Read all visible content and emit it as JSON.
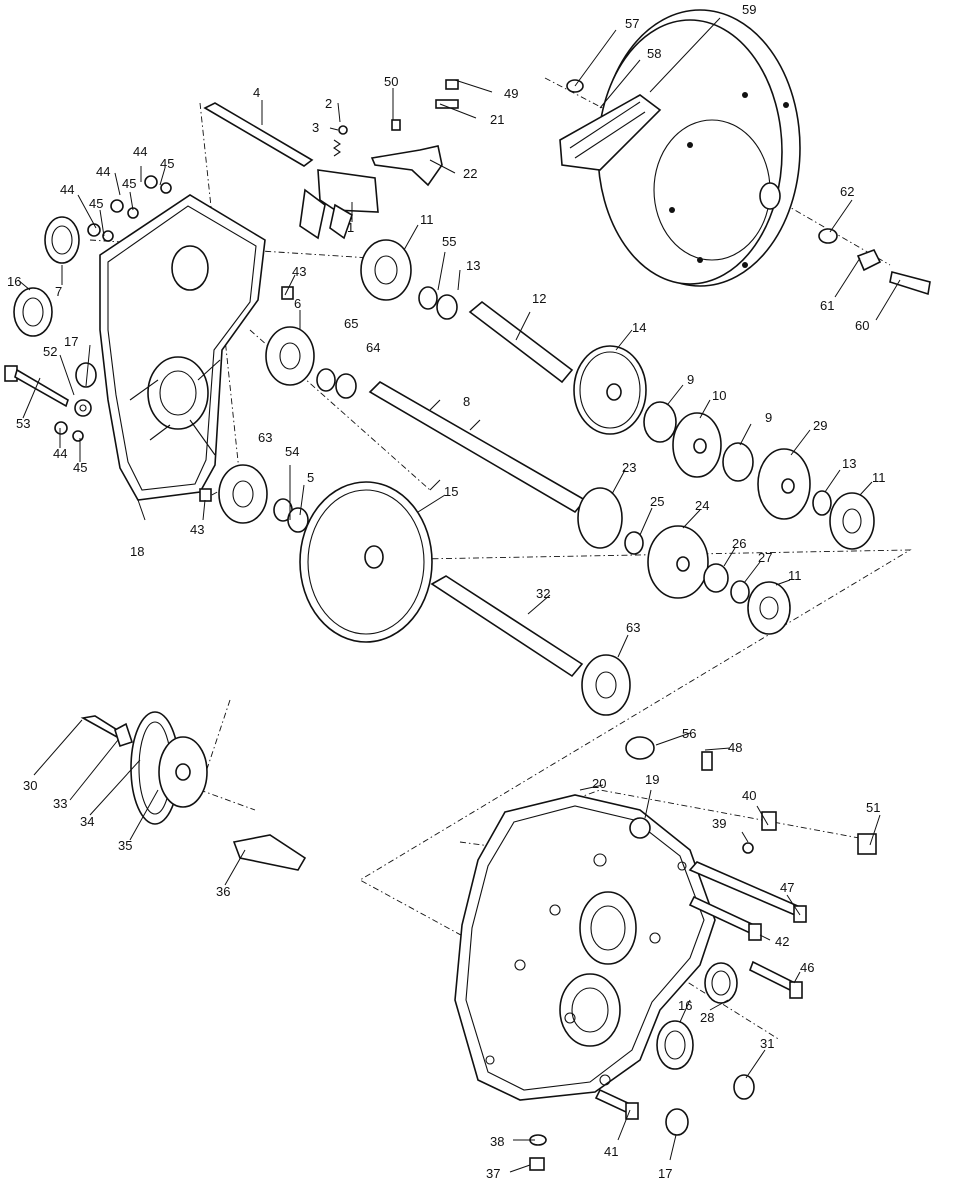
{
  "callouts": [
    {
      "id": "c1",
      "text": "1"
    },
    {
      "id": "c2",
      "text": "2"
    },
    {
      "id": "c3",
      "text": "3"
    },
    {
      "id": "c4",
      "text": "4"
    },
    {
      "id": "c5",
      "text": "5"
    },
    {
      "id": "c6",
      "text": "6"
    },
    {
      "id": "c7",
      "text": "7"
    },
    {
      "id": "c8",
      "text": "8"
    },
    {
      "id": "c9a",
      "text": "9"
    },
    {
      "id": "c9b",
      "text": "9"
    },
    {
      "id": "c10",
      "text": "10"
    },
    {
      "id": "c11a",
      "text": "11"
    },
    {
      "id": "c11b",
      "text": "11"
    },
    {
      "id": "c11c",
      "text": "11"
    },
    {
      "id": "c12",
      "text": "12"
    },
    {
      "id": "c13a",
      "text": "13"
    },
    {
      "id": "c13b",
      "text": "13"
    },
    {
      "id": "c14",
      "text": "14"
    },
    {
      "id": "c15",
      "text": "15"
    },
    {
      "id": "c16a",
      "text": "16"
    },
    {
      "id": "c16b",
      "text": "16"
    },
    {
      "id": "c17a",
      "text": "17"
    },
    {
      "id": "c17b",
      "text": "17"
    },
    {
      "id": "c18",
      "text": "18"
    },
    {
      "id": "c19",
      "text": "19"
    },
    {
      "id": "c20",
      "text": "20"
    },
    {
      "id": "c21",
      "text": "21"
    },
    {
      "id": "c22",
      "text": "22"
    },
    {
      "id": "c23",
      "text": "23"
    },
    {
      "id": "c24",
      "text": "24"
    },
    {
      "id": "c25",
      "text": "25"
    },
    {
      "id": "c26",
      "text": "26"
    },
    {
      "id": "c27",
      "text": "27"
    },
    {
      "id": "c28",
      "text": "28"
    },
    {
      "id": "c29",
      "text": "29"
    },
    {
      "id": "c30",
      "text": "30"
    },
    {
      "id": "c31",
      "text": "31"
    },
    {
      "id": "c32",
      "text": "32"
    },
    {
      "id": "c33",
      "text": "33"
    },
    {
      "id": "c34",
      "text": "34"
    },
    {
      "id": "c35",
      "text": "35"
    },
    {
      "id": "c36",
      "text": "36"
    },
    {
      "id": "c37",
      "text": "37"
    },
    {
      "id": "c38",
      "text": "38"
    },
    {
      "id": "c39",
      "text": "39"
    },
    {
      "id": "c40",
      "text": "40"
    },
    {
      "id": "c41",
      "text": "41"
    },
    {
      "id": "c42",
      "text": "42"
    },
    {
      "id": "c43a",
      "text": "43"
    },
    {
      "id": "c43b",
      "text": "43"
    },
    {
      "id": "c44a",
      "text": "44"
    },
    {
      "id": "c44b",
      "text": "44"
    },
    {
      "id": "c44c",
      "text": "44"
    },
    {
      "id": "c44d",
      "text": "44"
    },
    {
      "id": "c45a",
      "text": "45"
    },
    {
      "id": "c45b",
      "text": "45"
    },
    {
      "id": "c45c",
      "text": "45"
    },
    {
      "id": "c45d",
      "text": "45"
    },
    {
      "id": "c46",
      "text": "46"
    },
    {
      "id": "c47",
      "text": "47"
    },
    {
      "id": "c48",
      "text": "48"
    },
    {
      "id": "c49",
      "text": "49"
    },
    {
      "id": "c50",
      "text": "50"
    },
    {
      "id": "c51",
      "text": "51"
    },
    {
      "id": "c52",
      "text": "52"
    },
    {
      "id": "c53",
      "text": "53"
    },
    {
      "id": "c54",
      "text": "54"
    },
    {
      "id": "c55",
      "text": "55"
    },
    {
      "id": "c56",
      "text": "56"
    },
    {
      "id": "c57",
      "text": "57"
    },
    {
      "id": "c58",
      "text": "58"
    },
    {
      "id": "c59",
      "text": "59"
    },
    {
      "id": "c60",
      "text": "60"
    },
    {
      "id": "c61",
      "text": "61"
    },
    {
      "id": "c62",
      "text": "62"
    },
    {
      "id": "c63a",
      "text": "63"
    },
    {
      "id": "c63b",
      "text": "63"
    },
    {
      "id": "c64",
      "text": "64"
    },
    {
      "id": "c65",
      "text": "65"
    }
  ]
}
